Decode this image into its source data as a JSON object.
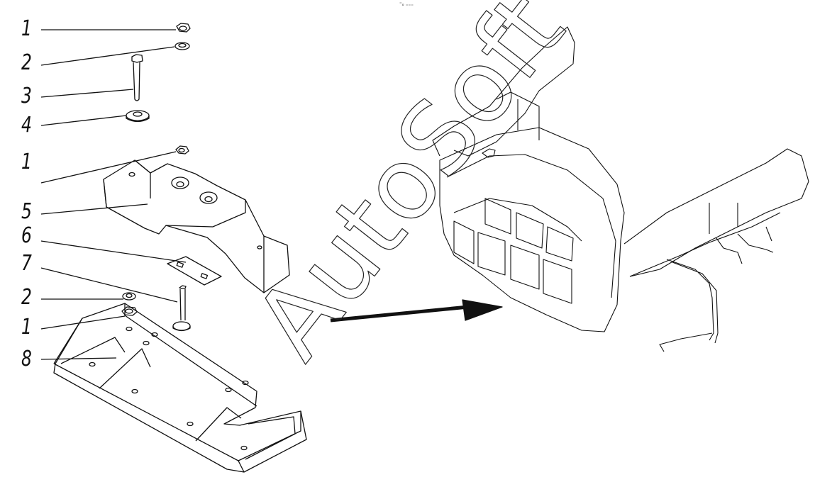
{
  "diagram": {
    "code_text": "⁼ₒ ₌₌₌",
    "callouts": [
      {
        "id": "c1a",
        "label": "1"
      },
      {
        "id": "c2a",
        "label": "2"
      },
      {
        "id": "c3",
        "label": "3"
      },
      {
        "id": "c4",
        "label": "4"
      },
      {
        "id": "c1b",
        "label": "1"
      },
      {
        "id": "c5",
        "label": "5"
      },
      {
        "id": "c6",
        "label": "6"
      },
      {
        "id": "c7",
        "label": "7"
      },
      {
        "id": "c2b",
        "label": "2"
      },
      {
        "id": "c1c",
        "label": "1"
      },
      {
        "id": "c8",
        "label": "8"
      }
    ],
    "watermark": "AutoSoft"
  }
}
